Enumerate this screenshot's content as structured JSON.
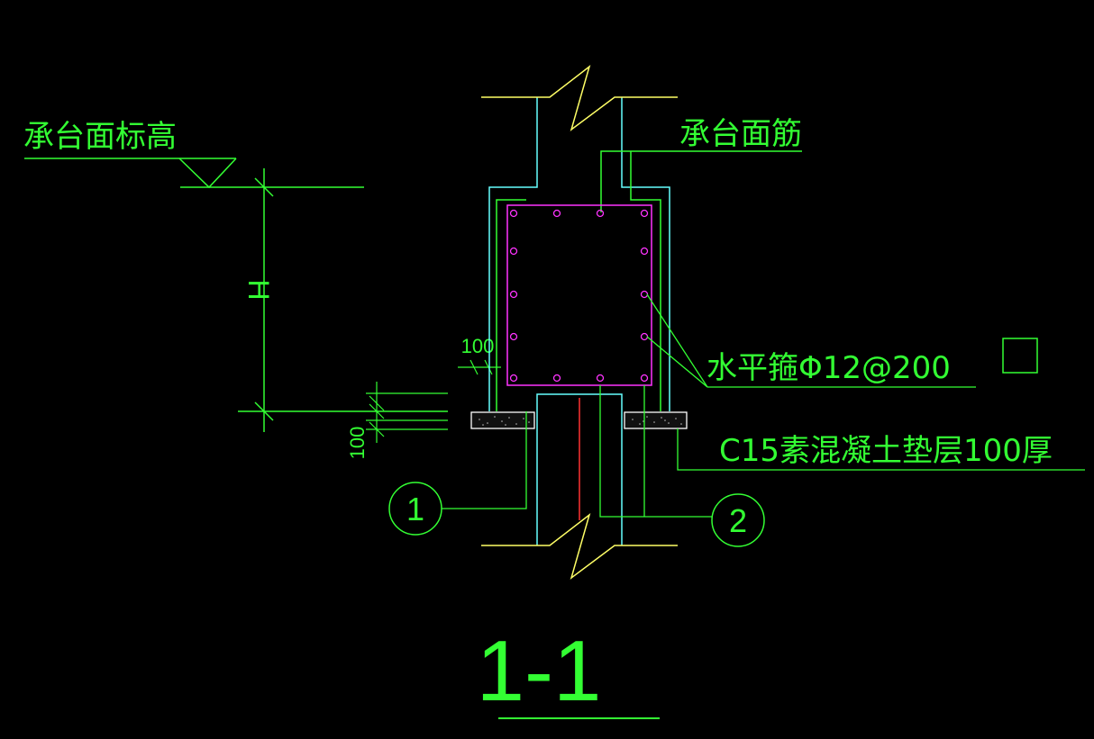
{
  "labels": {
    "cap_top_elevation": "承台面标高",
    "cap_top_rebar": "承台面筋",
    "height_symbol": "H",
    "dim_100_top": "100",
    "dim_100_left": "100",
    "stirrup": "水平箍Φ12@200",
    "cushion": "C15素混凝土垫层100厚",
    "callout_1": "1",
    "callout_2": "2",
    "section_title": "1-1"
  },
  "colors": {
    "background": "#000000",
    "green": "#33ff33",
    "cyan": "#66ffff",
    "yellow": "#ffff66",
    "magenta": "#ff33ff",
    "red": "#ff3333",
    "white": "#ffffff"
  }
}
